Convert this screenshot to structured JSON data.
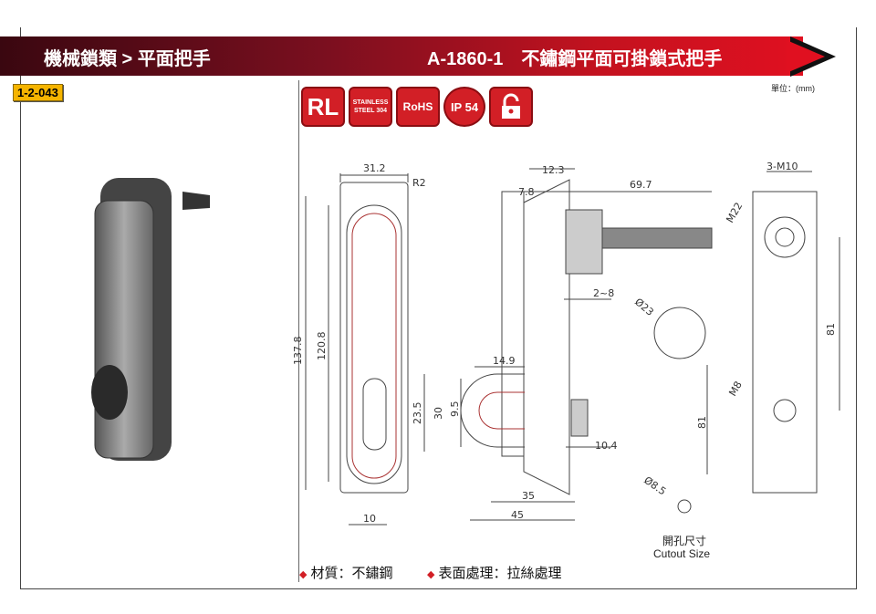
{
  "header": {
    "category": "機械鎖類 > 平面把手",
    "product": "A-1860-1　不鏽鋼平面可掛鎖式把手"
  },
  "catalog_code": "1-2-043",
  "unit": "單位：(mm)",
  "icons": [
    {
      "name": "rl-icon",
      "label": "RL"
    },
    {
      "name": "stainless-steel-304-icon",
      "label": "STAINLESS STEEL 304"
    },
    {
      "name": "rohs-icon",
      "label": "RoHS"
    },
    {
      "name": "ip54-icon",
      "label": "IP 54"
    },
    {
      "name": "padlock-icon",
      "label": ""
    }
  ],
  "dims": {
    "w312": "31.2",
    "r2": "R2",
    "h1378": "137.8",
    "h1208": "120.8",
    "h235": "23.5",
    "w10": "10",
    "d123": "12.3",
    "d78": "7.8",
    "d697": "69.7",
    "d28": "2~8",
    "d149": "14.9",
    "d30": "30",
    "d95": "9.5",
    "d104": "10.4",
    "d35": "35",
    "d45": "45",
    "m10": "3-M10",
    "m22": "M22",
    "h81a": "81",
    "h81b": "81",
    "m8": "M8",
    "d23": "Ø23",
    "d85": "Ø8.5"
  },
  "cutout": {
    "zh": "開孔尺寸",
    "en": "Cutout Size"
  },
  "specs": {
    "material": "材質：不鏽鋼",
    "finish": "表面處理：拉絲處理"
  },
  "colors": {
    "accent": "#d21f26",
    "badge": "#f5b400"
  }
}
